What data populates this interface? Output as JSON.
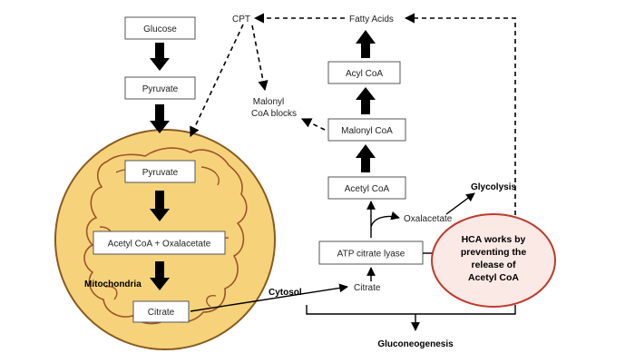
{
  "diagram": {
    "glucose": "Glucose",
    "pyruvate_outer": "Pyruvate",
    "pyruvate_inner": "Pyruvate",
    "acetyl_oxaloacetate": "Acetyl CoA + Oxalacetate",
    "mitochondria": "Mitochondria",
    "citrate_inner": "Citrate",
    "cytosol": "Cytosol",
    "cpt": "CPT",
    "fatty_acids": "Fatty Acids",
    "acyl_coa": "Acyl CoA",
    "malonyl_blocks_line1": "Malonyl",
    "malonyl_blocks_line2": "CoA blocks",
    "malonyl_coa": "Malonyl CoA",
    "acetyl_coa": "Acetyl CoA",
    "glycolysis": "Glycolysis",
    "oxalacetate": "Oxalacetate",
    "atp_citrate_lyase": "ATP citrate lyase",
    "citrate_outer": "Citrate",
    "hca_line1": "HCA works by",
    "hca_line2": "preventing the",
    "hca_line3": "release of",
    "hca_line4": "Acetyl CoA",
    "gluconeogenesis": "Gluconeogenesis"
  },
  "colors": {
    "mitochondria_fill": "#f6d37a",
    "mitochondria_stroke": "#8a5a1e",
    "hca_fill": "#fbe9e5",
    "hca_stroke": "#c0392b"
  }
}
